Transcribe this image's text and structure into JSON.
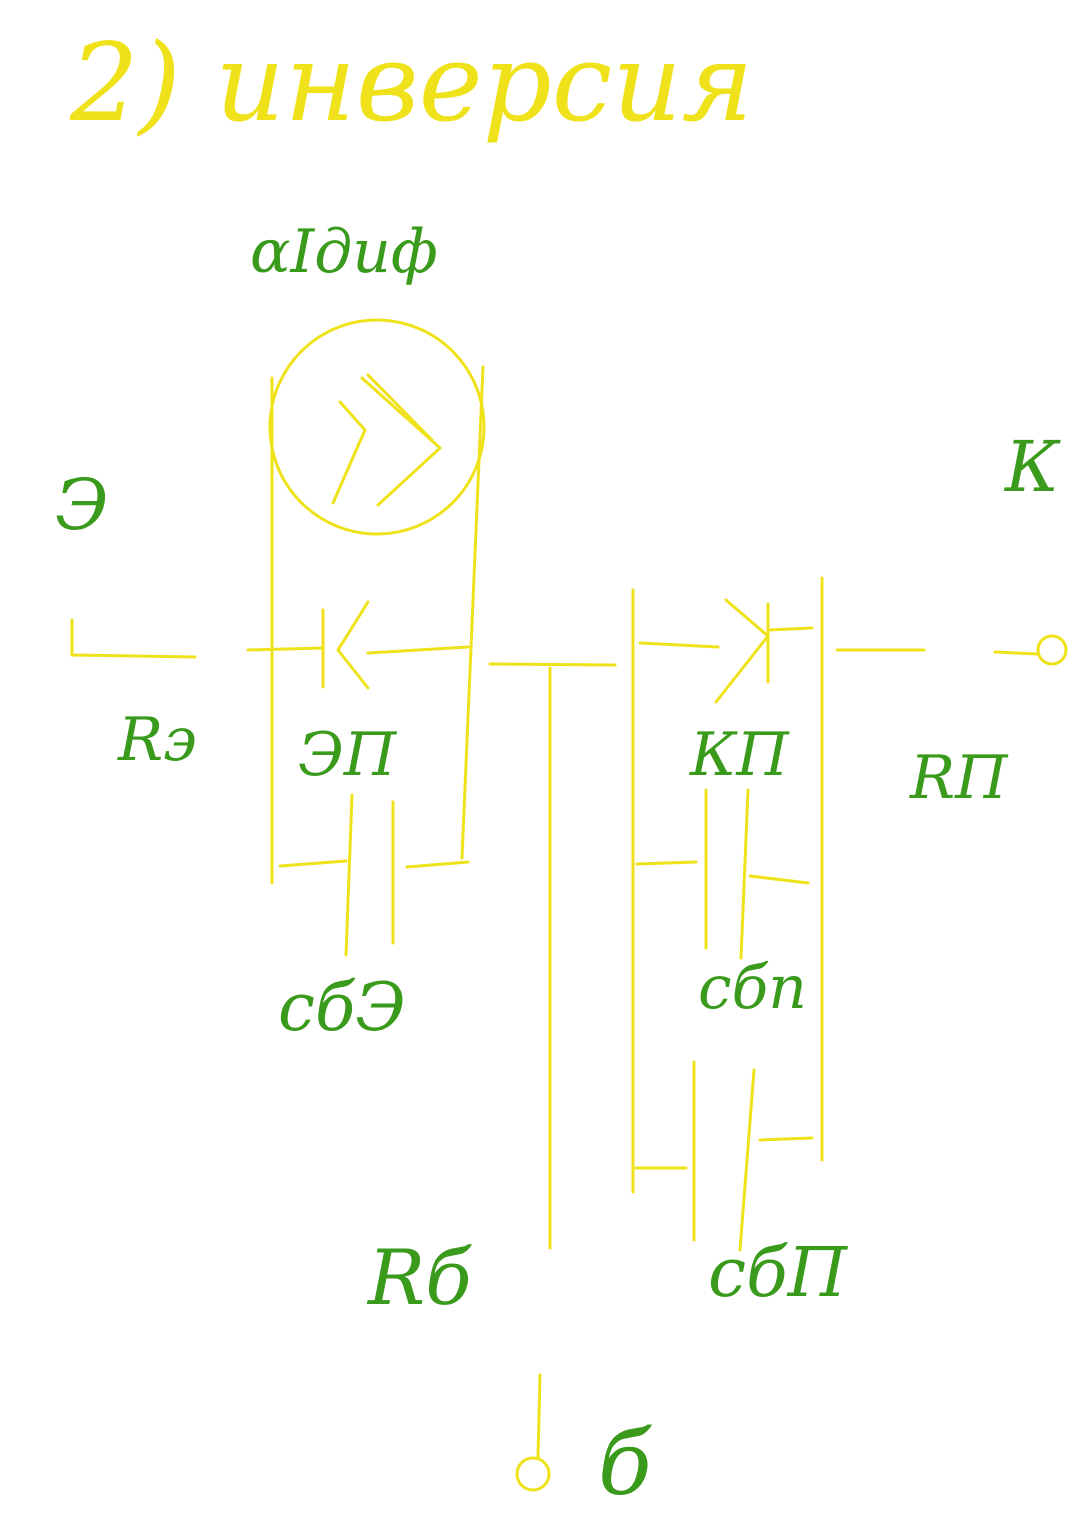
{
  "title": "2) инверсия",
  "source_label": "αIдиф",
  "nodes": {
    "emitter": "Э",
    "collector": "К",
    "base": "б"
  },
  "elements": {
    "r_emitter": "Rэ",
    "emitter_junction": "ЭП",
    "collector_junction": "КП",
    "r_collector": "RП",
    "c_b_emitter": "сбЭ",
    "c_b_collector_1": "сбп",
    "c_b_collector_2": "сбП",
    "r_base": "Rб"
  },
  "colors": {
    "wire": "#f0e21a",
    "label": "#3a9a1c"
  }
}
